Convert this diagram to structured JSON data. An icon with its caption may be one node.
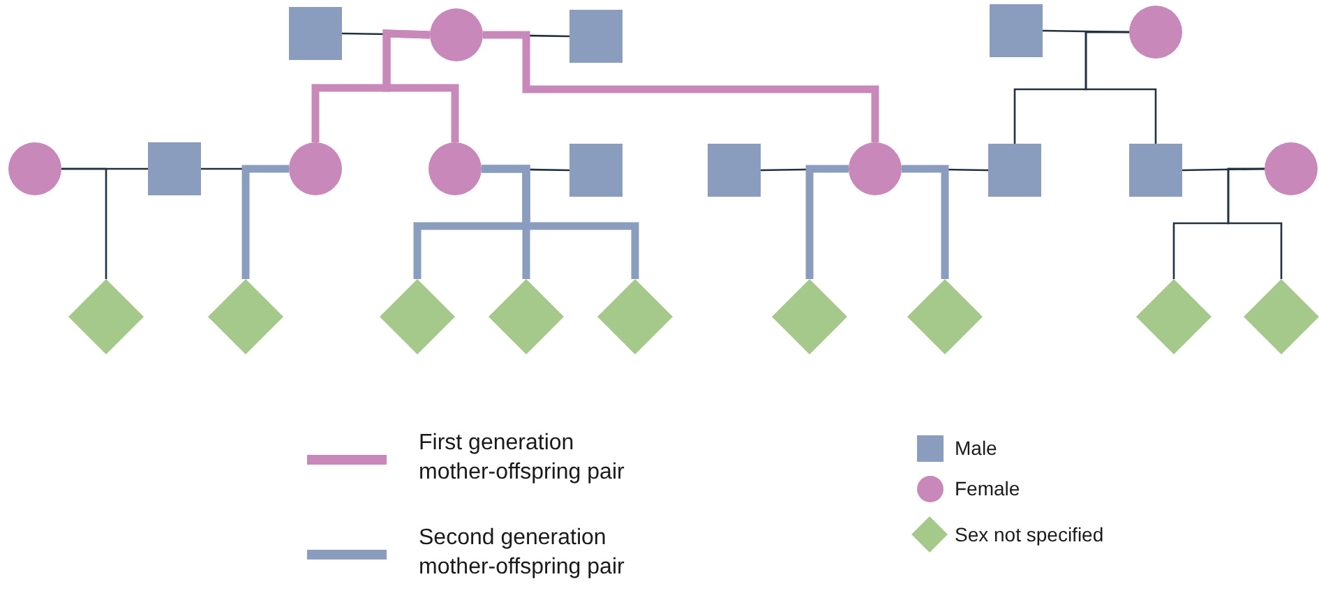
{
  "diagram": {
    "nodes": [
      {
        "text": [],
        "shape": "box"
      },
      {
        "text": [],
        "shape": "circle"
      },
      {
        "text": [],
        "shape": "box"
      },
      {
        "text": [],
        "shape": "box"
      },
      {
        "text": [],
        "shape": "circle"
      },
      {
        "text": [],
        "shape": "circle"
      },
      {
        "text": [],
        "shape": "box"
      },
      {
        "text": [],
        "shape": "circle"
      },
      {
        "text": [],
        "shape": "circle"
      },
      {
        "text": [],
        "shape": "box"
      },
      {
        "text": [],
        "shape": "box"
      },
      {
        "text": [],
        "shape": "circle"
      },
      {
        "text": [],
        "shape": "box"
      },
      {
        "text": [],
        "shape": "box"
      },
      {
        "text": [],
        "shape": "circle"
      },
      {
        "text": [],
        "shape": "diamond"
      },
      {
        "text": [],
        "shape": "diamond"
      },
      {
        "text": [],
        "shape": "diamond"
      },
      {
        "text": [],
        "shape": "diamond"
      },
      {
        "text": [],
        "shape": "diamond"
      },
      {
        "text": [],
        "shape": "diamond"
      },
      {
        "text": [],
        "shape": "diamond"
      },
      {
        "text": [],
        "shape": "diamond"
      },
      {
        "text": [],
        "shape": "diamond"
      }
    ],
    "edges": [
      {
        "from": 0,
        "to": 1,
        "arrow": "none"
      },
      {
        "from": 1,
        "to": 2,
        "arrow": "none"
      },
      {
        "from": 5,
        "to": 6,
        "arrow": "none"
      },
      {
        "from": 6,
        "to": 7,
        "arrow": "none"
      },
      {
        "from": 8,
        "to": 9,
        "arrow": "none"
      },
      {
        "from": 10,
        "to": 11,
        "arrow": "none"
      },
      {
        "from": 11,
        "to": 12,
        "arrow": "none"
      },
      {
        "from": 3,
        "to": 4,
        "arrow": "none"
      },
      {
        "from": 13,
        "to": 14,
        "arrow": "none"
      },
      {
        "from": 5,
        "to": 15,
        "arrow": "none"
      },
      {
        "from": 4,
        "to": 12,
        "arrow": "none"
      },
      {
        "from": 4,
        "to": 13,
        "arrow": "none"
      },
      {
        "from": 14,
        "to": 22,
        "arrow": "none"
      },
      {
        "from": 14,
        "to": 23,
        "arrow": "none"
      },
      {
        "from": 1,
        "to": 7,
        "arrow": "none",
        "style": "thick",
        "color": "#c988ba"
      },
      {
        "from": 1,
        "to": 8,
        "arrow": "none",
        "style": "thick",
        "color": "#c988ba"
      },
      {
        "from": 1,
        "to": 11,
        "arrow": "none",
        "style": "thick",
        "color": "#c988ba"
      },
      {
        "from": 7,
        "to": 16,
        "arrow": "none",
        "style": "thick",
        "color": "#8a9dbf"
      },
      {
        "from": 8,
        "to": 17,
        "arrow": "none",
        "style": "thick",
        "color": "#8a9dbf"
      },
      {
        "from": 8,
        "to": 18,
        "arrow": "none",
        "style": "thick",
        "color": "#8a9dbf"
      },
      {
        "from": 8,
        "to": 19,
        "arrow": "none",
        "style": "thick",
        "color": "#8a9dbf"
      },
      {
        "from": 11,
        "to": 20,
        "arrow": "none",
        "style": "thick",
        "color": "#8a9dbf"
      },
      {
        "from": 11,
        "to": 21,
        "arrow": "none",
        "style": "thick",
        "color": "#8a9dbf"
      }
    ],
    "legend": [
      {
        "text": "First generation mother-offspring pair"
      },
      {
        "text": "Second generation mother-offspring pair"
      },
      {
        "text": "Male"
      },
      {
        "text": "Female"
      },
      {
        "text": "Sex not specified"
      }
    ]
  }
}
